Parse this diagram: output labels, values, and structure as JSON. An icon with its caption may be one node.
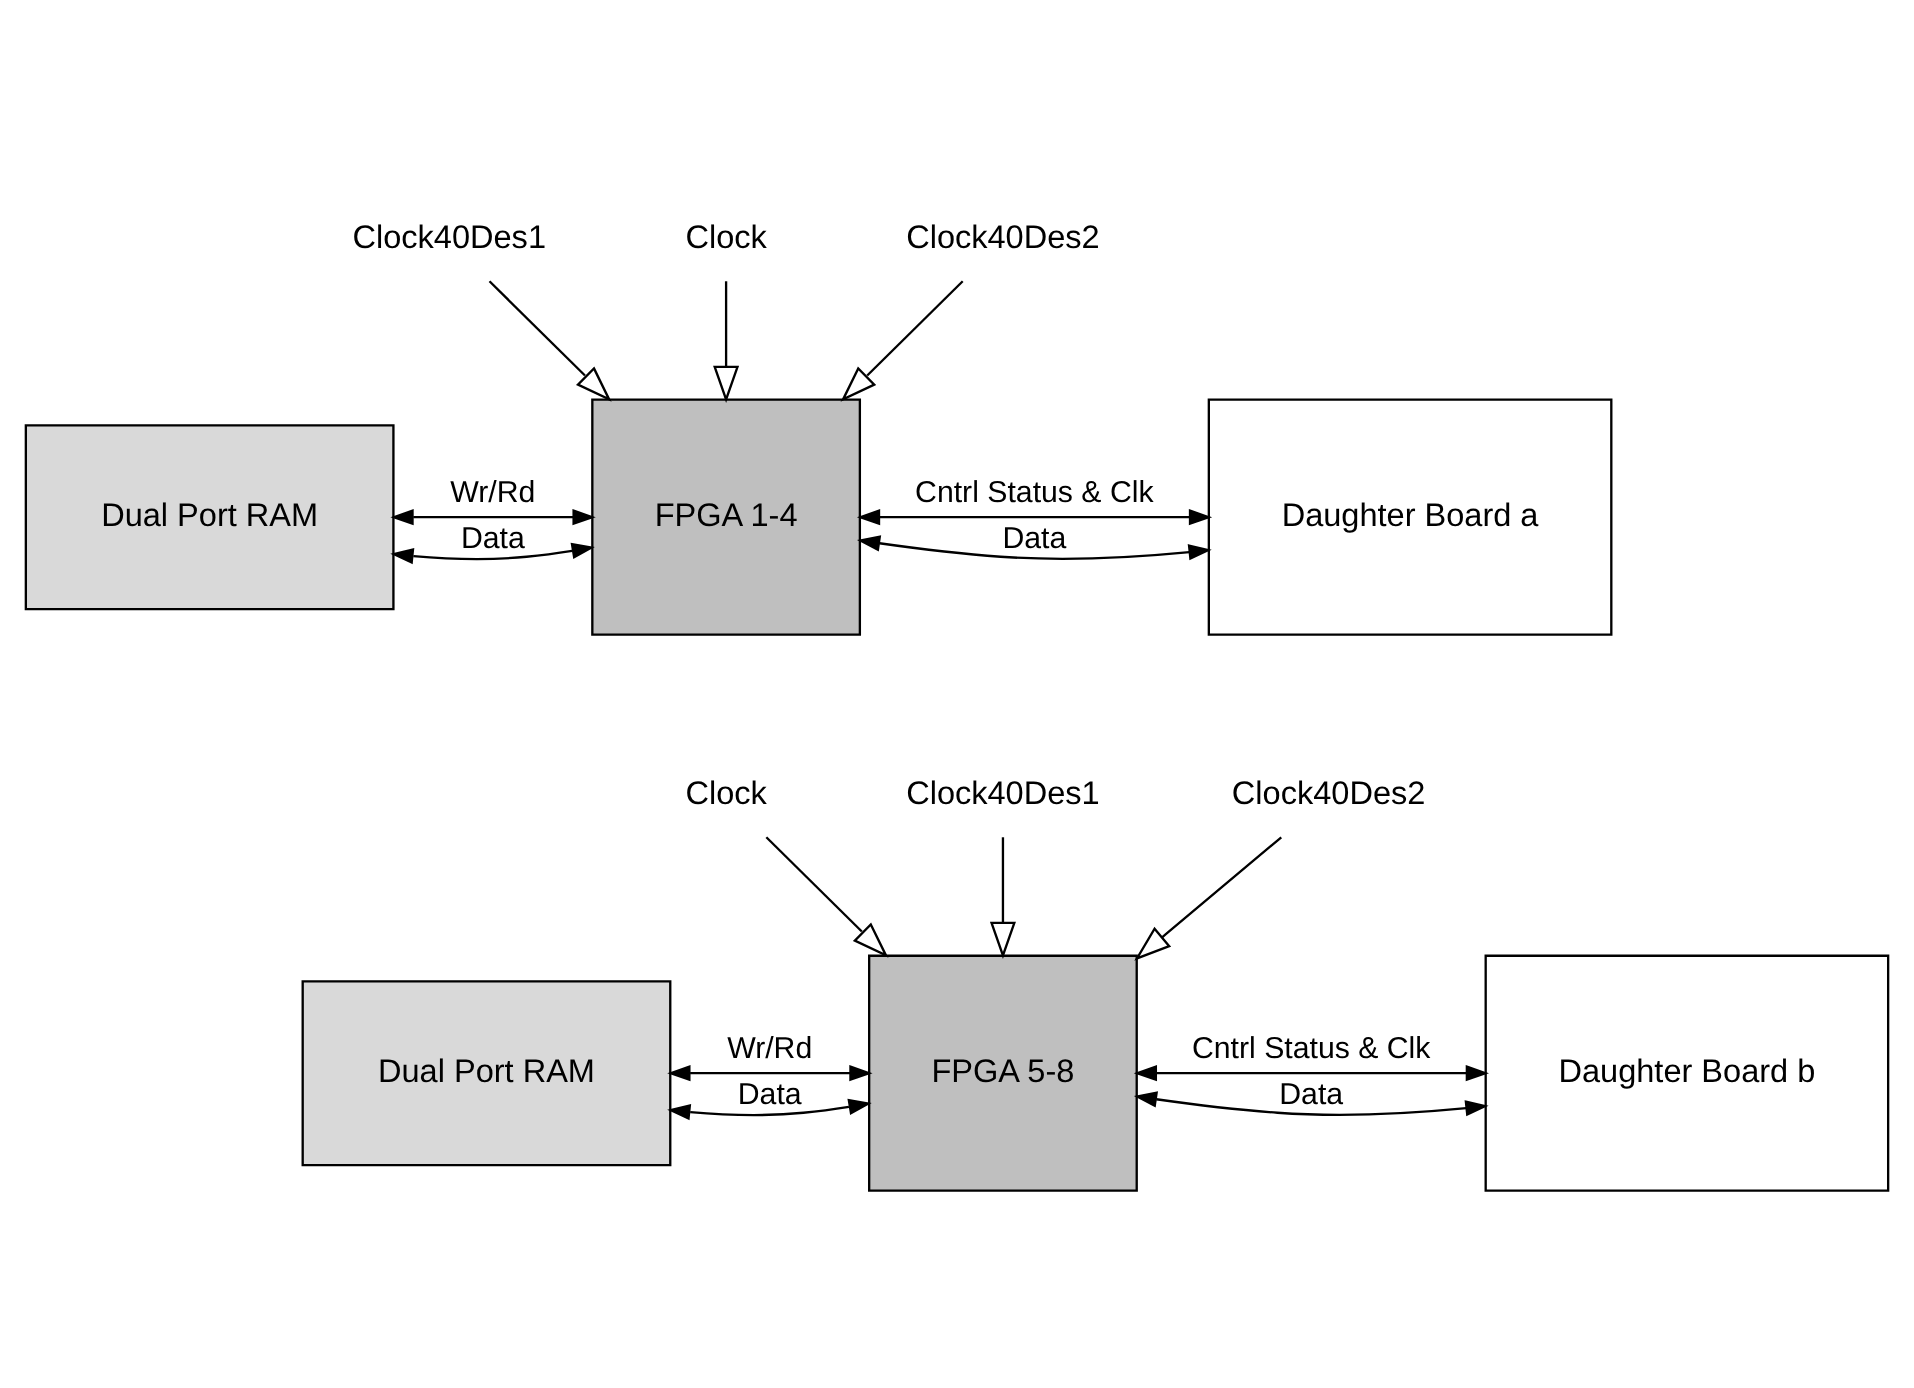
{
  "diagram": {
    "nodes": [
      {
        "text": [
          "Clock40Des1"
        ]
      },
      {
        "text": [
          "Clock"
        ]
      },
      {
        "text": [
          "Clock40Des2"
        ]
      },
      {
        "text": [
          "Dual Port RAM"
        ]
      },
      {
        "text": [
          "FPGA 1-4"
        ]
      },
      {
        "text": [
          "Daughter Board a"
        ]
      },
      {
        "text": [
          "Clock40Des1"
        ]
      },
      {
        "text": [
          "Clock"
        ]
      },
      {
        "text": [
          "Clock40Des2"
        ]
      },
      {
        "text": [
          "Dual Port RAM"
        ]
      },
      {
        "text": [
          "FPGA 5-8"
        ]
      },
      {
        "text": [
          "Daughter Board b"
        ]
      }
    ],
    "edges": [
      {
        "from": 0,
        "to": 4,
        "arrow": "to"
      },
      {
        "from": 1,
        "to": 4,
        "arrow": "to"
      },
      {
        "from": 2,
        "to": 4,
        "arrow": "to"
      },
      {
        "from": 3,
        "to": 4,
        "arrow": "both",
        "label": "Data"
      },
      {
        "from": 3,
        "to": 4,
        "arrow": "both",
        "label": "Wr/Rd"
      },
      {
        "from": 4,
        "to": 5,
        "arrow": "both",
        "label": "Data"
      },
      {
        "from": 4,
        "to": 5,
        "arrow": "both",
        "label": "Cntrl Status & Clk"
      },
      {
        "from": 6,
        "to": 10,
        "arrow": "to"
      },
      {
        "from": 7,
        "to": 10,
        "arrow": "to"
      },
      {
        "from": 8,
        "to": 10,
        "arrow": "to"
      },
      {
        "from": 9,
        "to": 10,
        "arrow": "both",
        "label": "Data"
      },
      {
        "from": 9,
        "to": 10,
        "arrow": "both",
        "label": "Wr/Rd"
      },
      {
        "from": 10,
        "to": 11,
        "arrow": "both",
        "label": "Data"
      },
      {
        "from": 10,
        "to": 11,
        "arrow": "both",
        "label": "Cntrl Status & Clk"
      }
    ]
  }
}
